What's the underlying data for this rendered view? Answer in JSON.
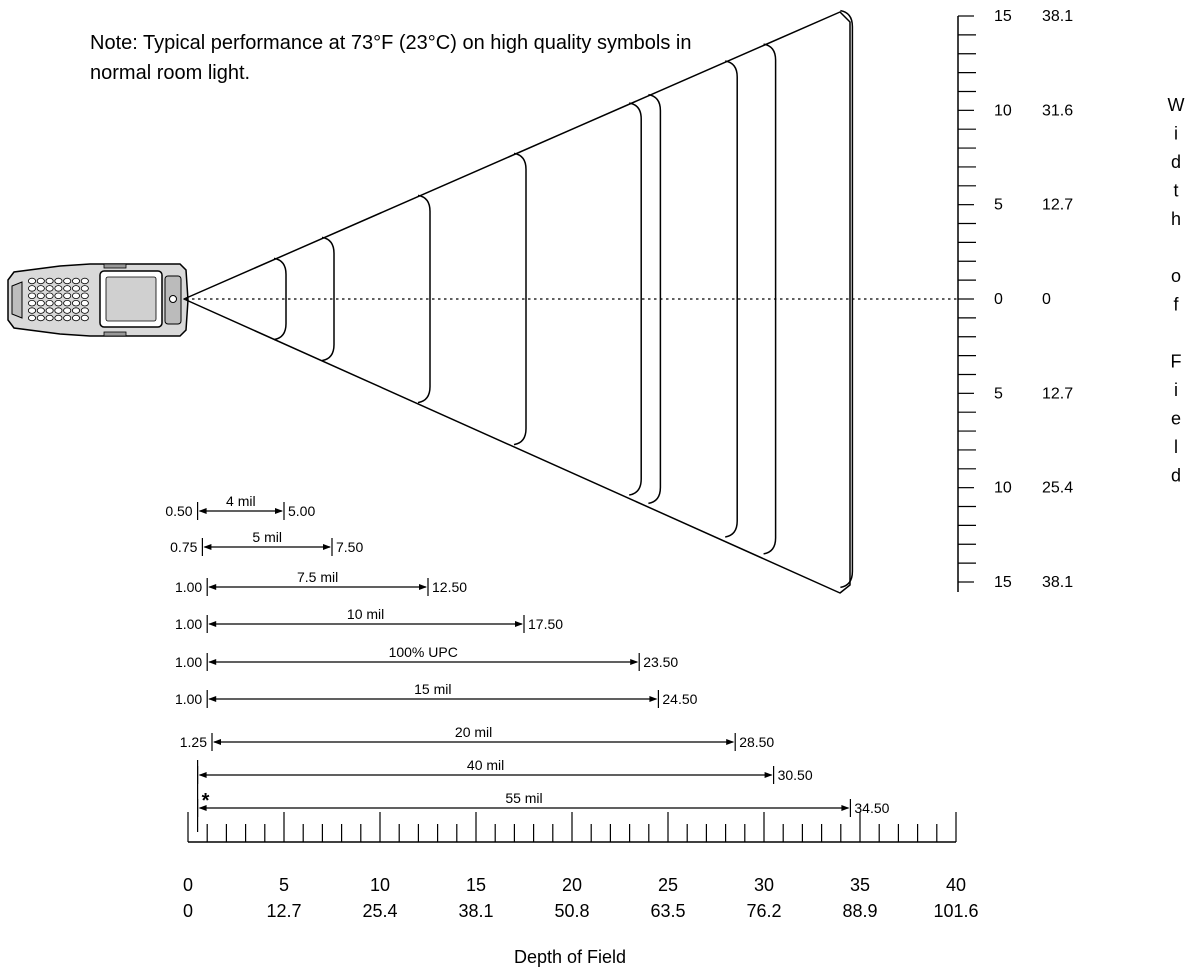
{
  "note": "Note: Typical performance at 73°F (23°C) on high quality symbols in normal room light.",
  "depth_axis": {
    "title": "Depth of Field",
    "major_ticks": [
      0,
      5,
      10,
      15,
      20,
      25,
      30,
      35,
      40
    ],
    "minor_step": 1,
    "metric_labels": [
      "0",
      "12.7",
      "25.4",
      "38.1",
      "50.8",
      "63.5",
      "76.2",
      "88.9",
      "101.6"
    ]
  },
  "width_axis": {
    "title_letters": [
      "W",
      "i",
      "d",
      "t",
      "h",
      "",
      "o",
      "f",
      "",
      "F",
      "i",
      "e",
      "l",
      "d"
    ],
    "range": [
      -15,
      15
    ],
    "minor_step": 1,
    "labels": [
      {
        "value": 15,
        "inch": "15",
        "metric": "38.1"
      },
      {
        "value": 10,
        "inch": "10",
        "metric": "31.6"
      },
      {
        "value": 5,
        "inch": "5",
        "metric": "12.7"
      },
      {
        "value": 0,
        "inch": "0",
        "metric": "0"
      },
      {
        "value": -5,
        "inch": "5",
        "metric": "12.7"
      },
      {
        "value": -10,
        "inch": "10",
        "metric": "25.4"
      },
      {
        "value": -15,
        "inch": "15",
        "metric": "38.1"
      }
    ]
  },
  "ranges": [
    {
      "label": "4 mil",
      "near": 0.5,
      "far": 5.0,
      "near_text": "0.50",
      "far_text": "5.00",
      "marker": ""
    },
    {
      "label": "5 mil",
      "near": 0.75,
      "far": 7.5,
      "near_text": "0.75",
      "far_text": "7.50",
      "marker": ""
    },
    {
      "label": "7.5 mil",
      "near": 1.0,
      "far": 12.5,
      "near_text": "1.00",
      "far_text": "12.50",
      "marker": ""
    },
    {
      "label": "10 mil",
      "near": 1.0,
      "far": 17.5,
      "near_text": "1.00",
      "far_text": "17.50",
      "marker": ""
    },
    {
      "label": "100% UPC",
      "near": 1.0,
      "far": 23.5,
      "near_text": "1.00",
      "far_text": "23.50",
      "marker": ""
    },
    {
      "label": "15 mil",
      "near": 1.0,
      "far": 24.5,
      "near_text": "1.00",
      "far_text": "24.50",
      "marker": ""
    },
    {
      "label": "20 mil",
      "near": 1.25,
      "far": 28.5,
      "near_text": "1.25",
      "far_text": "28.50",
      "marker": ""
    },
    {
      "label": "40 mil",
      "near": 0.5,
      "far": 30.5,
      "near_text": "",
      "far_text": "30.50",
      "marker": ""
    },
    {
      "label": "55 mil",
      "near": 0.5,
      "far": 34.5,
      "near_text": "",
      "far_text": "34.50",
      "marker": "*"
    }
  ]
}
